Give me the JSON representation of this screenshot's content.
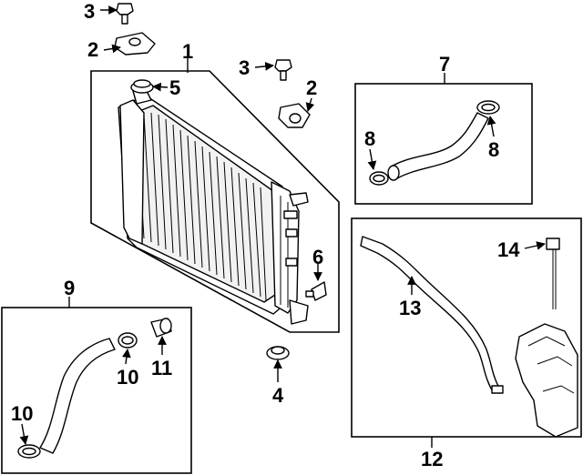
{
  "diagram": {
    "callouts": {
      "c1": "1",
      "c2a": "2",
      "c2b": "2",
      "c3a": "3",
      "c3b": "3",
      "c4": "4",
      "c5": "5",
      "c6": "6",
      "c7": "7",
      "c8a": "8",
      "c8b": "8",
      "c9": "9",
      "c10a": "10",
      "c10b": "10",
      "c11": "11",
      "c12": "12",
      "c13": "13",
      "c14": "14"
    }
  }
}
